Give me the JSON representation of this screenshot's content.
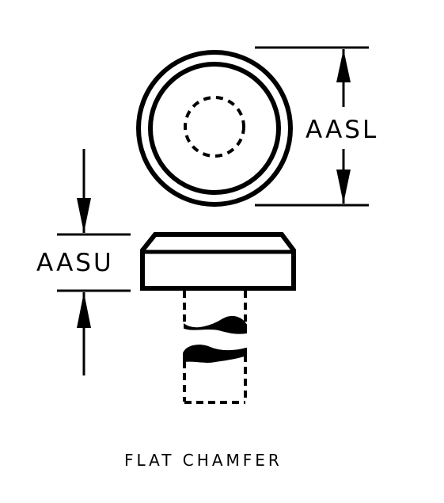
{
  "drawing": {
    "label_upper_dimension": "AASL",
    "label_side_dimension": "AASU",
    "caption": "FLAT CHAMFER"
  },
  "colors": {
    "line": "#000000",
    "background": "#ffffff"
  }
}
